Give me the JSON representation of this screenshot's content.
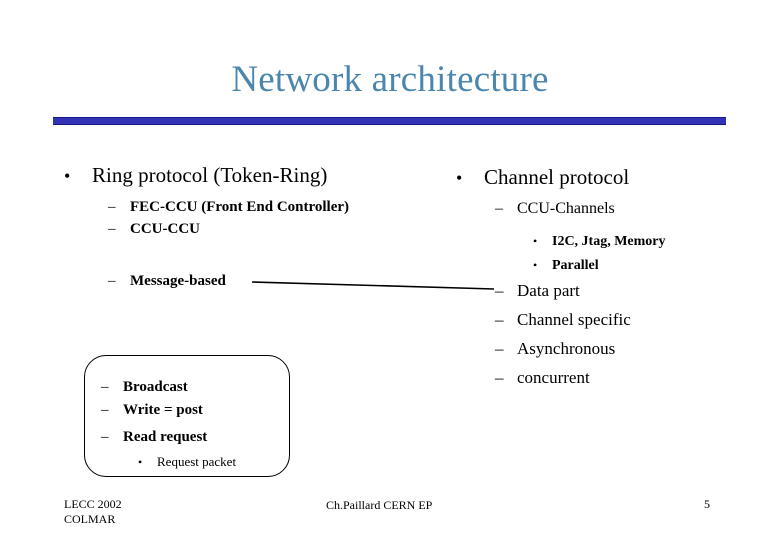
{
  "slide": {
    "title": "Network architecture",
    "title_color": "#4a86ad",
    "rule_color": "#3232b4",
    "rule_border_color": "#17178c",
    "background": "#ffffff"
  },
  "left_column": {
    "heading": {
      "marker": "•",
      "label": "Ring protocol (Token-Ring)"
    },
    "items": [
      {
        "marker": "–",
        "label": "FEC-CCU (Front End Controller)"
      },
      {
        "marker": "–",
        "label": "CCU-CCU"
      },
      {
        "marker": "–",
        "label": "Message-based"
      }
    ],
    "callout": {
      "items": [
        {
          "marker": "–",
          "label": "Broadcast"
        },
        {
          "marker": "–",
          "label": "Write = post"
        },
        {
          "marker": "–",
          "label": "Read request"
        }
      ],
      "sub_items": [
        {
          "marker": "•",
          "label": "Request packet"
        }
      ]
    }
  },
  "right_column": {
    "heading": {
      "marker": "•",
      "label": "Channel protocol"
    },
    "items": [
      {
        "marker": "–",
        "label": "CCU-Channels"
      }
    ],
    "sub_items": [
      {
        "marker": "•",
        "label": "I2C, Jtag, Memory"
      },
      {
        "marker": "•",
        "label": "Parallel"
      }
    ],
    "items_lower": [
      {
        "marker": "–",
        "label": "Data part"
      },
      {
        "marker": "–",
        "label": "Channel specific"
      },
      {
        "marker": "–",
        "label": "Asynchronous"
      },
      {
        "marker": "–",
        "label": "concurrent"
      }
    ]
  },
  "footer": {
    "left": "LECC 2002\nCOLMAR",
    "center": "Ch.Paillard CERN EP",
    "page_number": "5"
  }
}
